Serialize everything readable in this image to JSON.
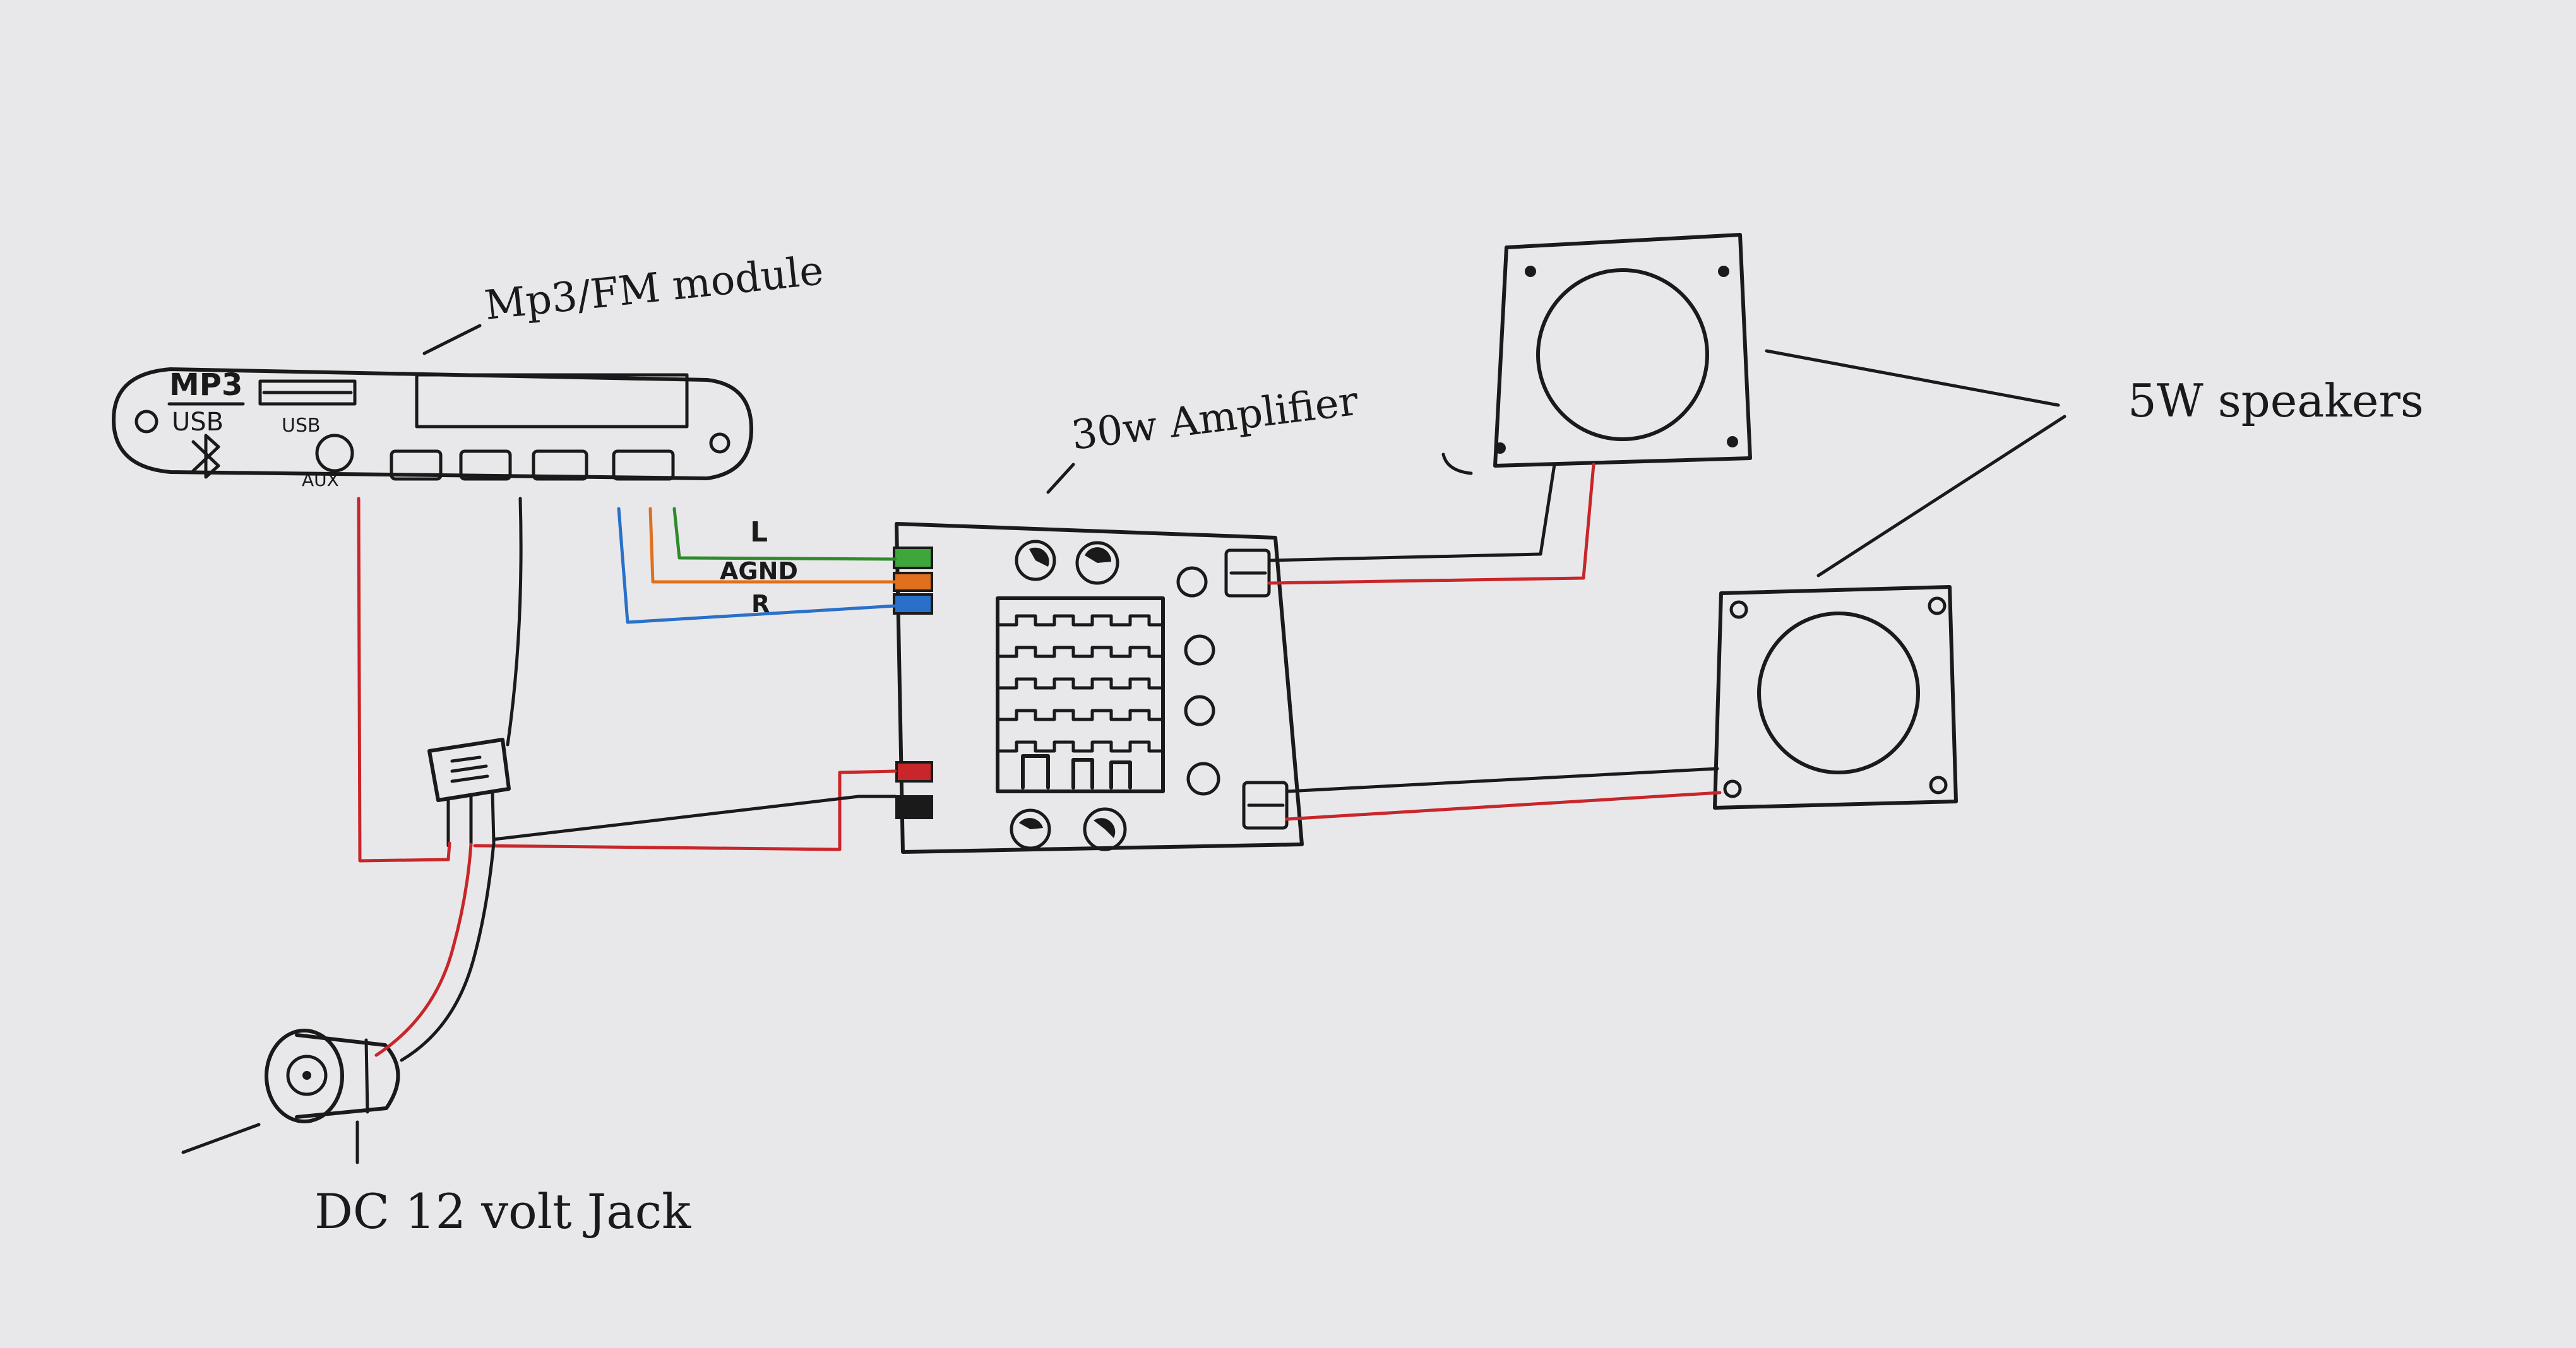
{
  "labels": {
    "mp3_module": "Mp3/FM module",
    "amplifier": "30w Amplifier",
    "speakers": "5W speakers",
    "dc_jack": "DC 12 volt Jack",
    "mp3_text": "MP3",
    "usb_text_left": "USB",
    "usb_text_right": "USB",
    "aux_text": "AUX",
    "wire_left": "L",
    "wire_agnd": "AGND",
    "wire_right": "R"
  },
  "colors": {
    "paper": "#e8e8ea",
    "ink": "#1a1a1a",
    "red": "#c8262a",
    "green": "#2f8a2c",
    "orange": "#e0701e",
    "blue": "#2a70c8"
  },
  "icons": {
    "bluetooth": "bluetooth-icon"
  }
}
